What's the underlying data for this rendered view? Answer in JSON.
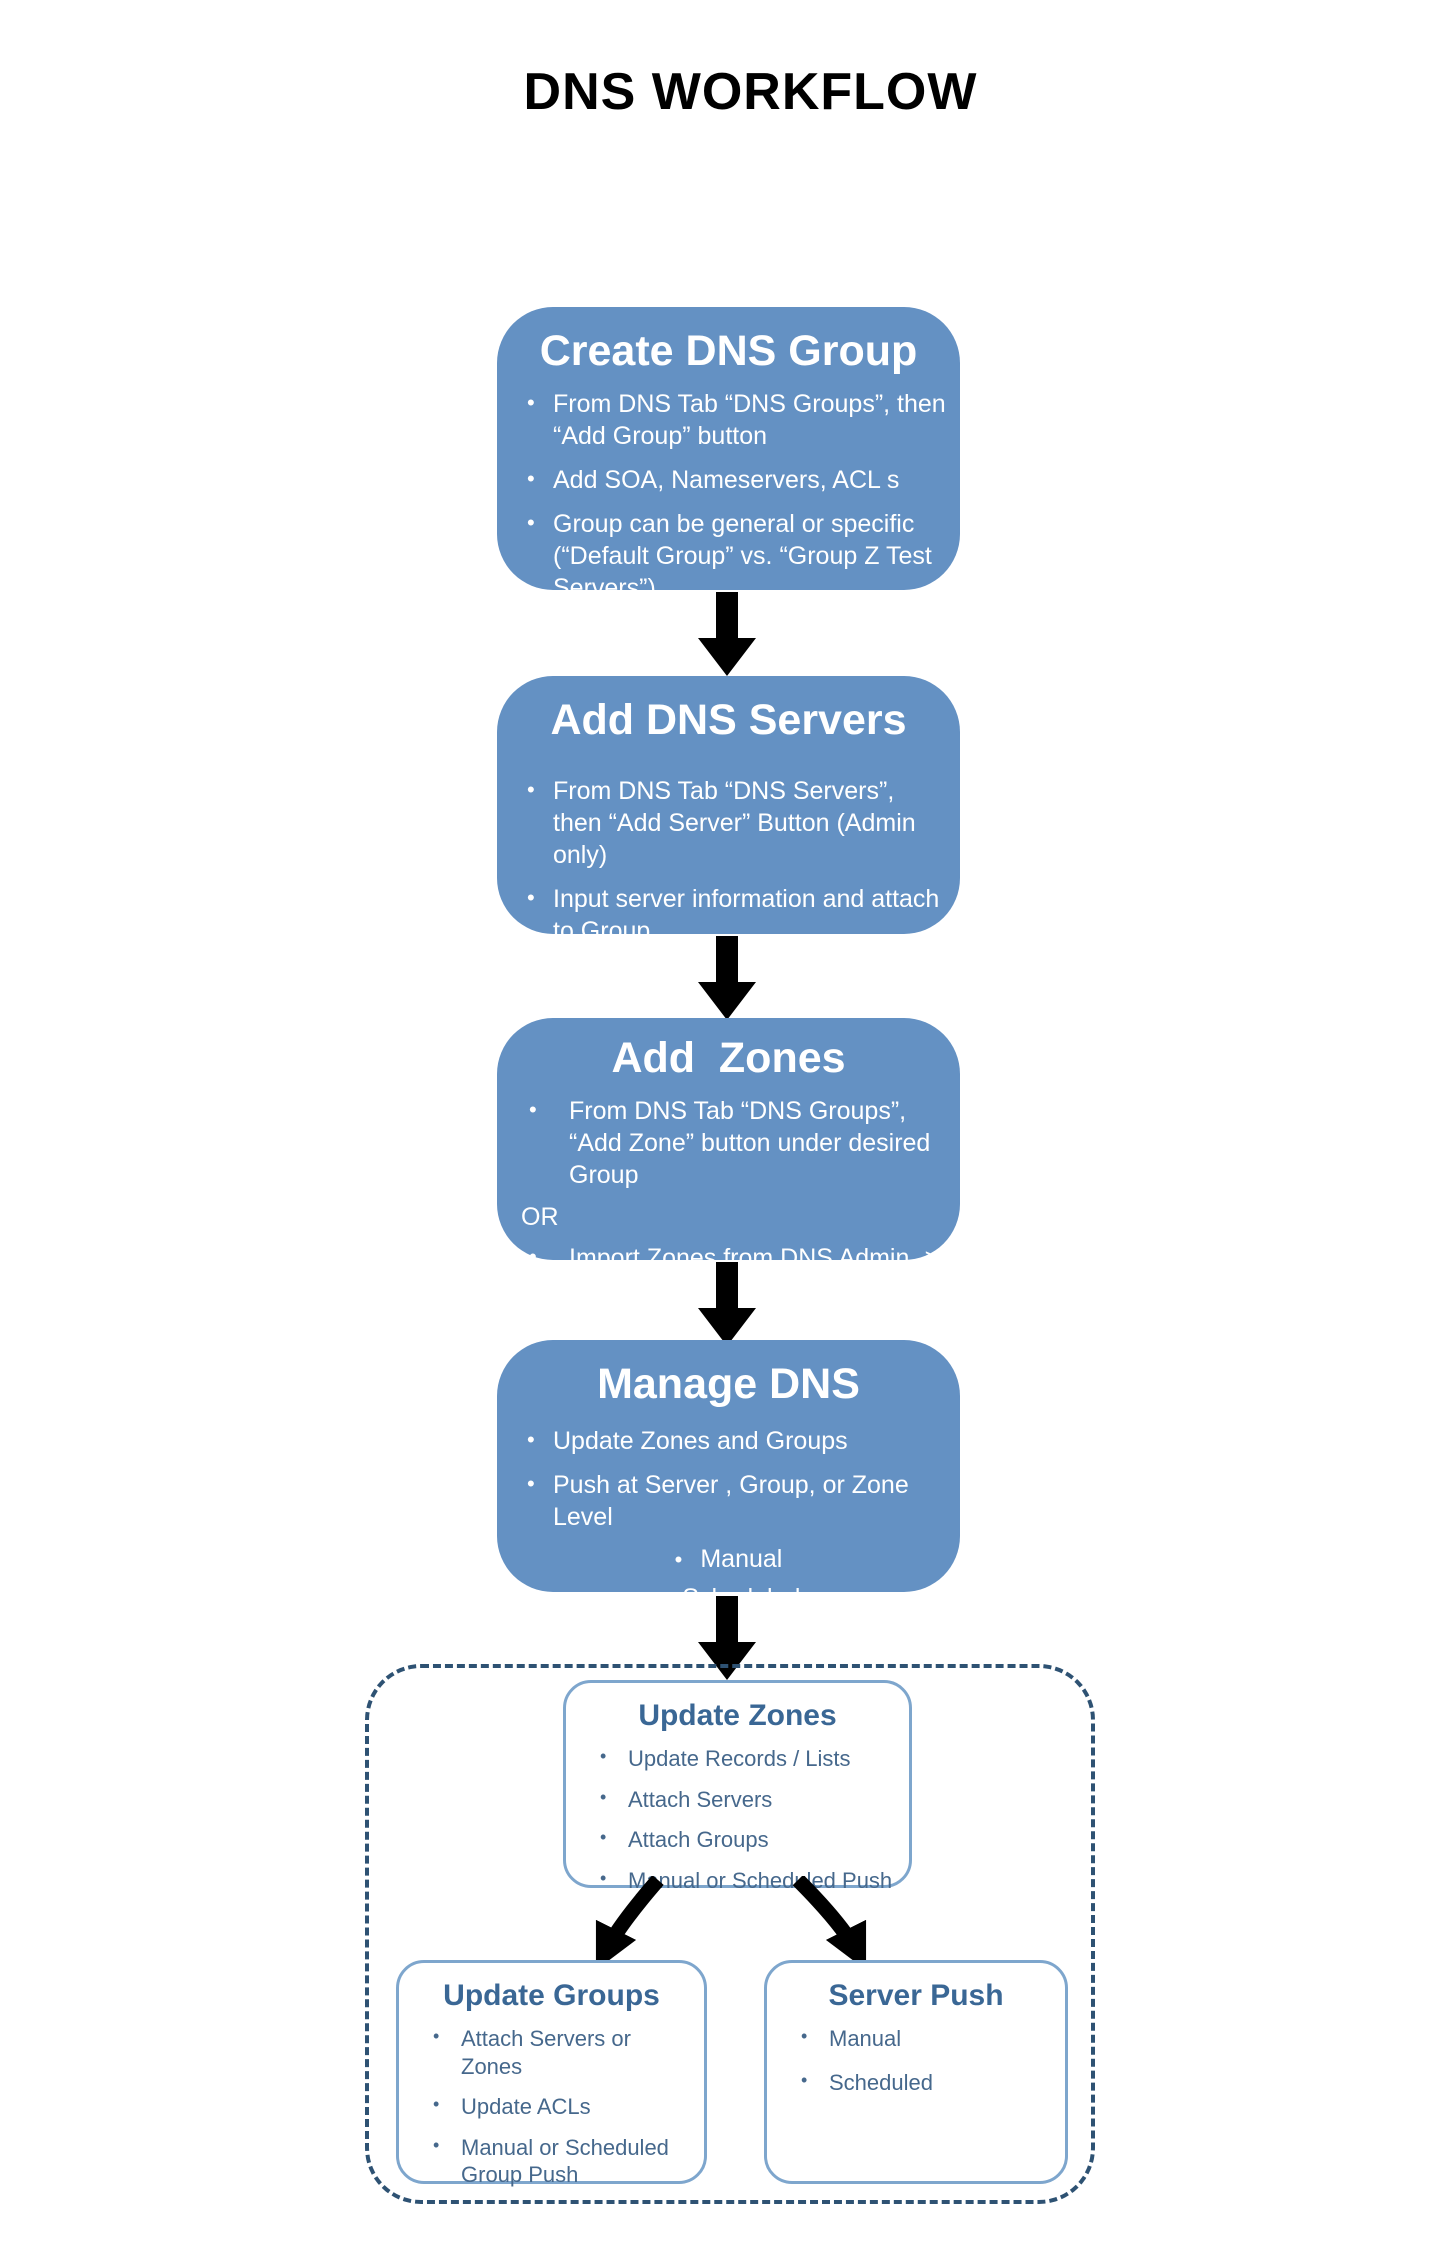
{
  "title": "DNS WORKFLOW",
  "colors": {
    "box_fill": "#6491c3",
    "box_text": "#ffffff",
    "detail_border": "#7ea6cd",
    "detail_heading": "#3a6795",
    "detail_text": "#46688c",
    "dashed_border": "#2e5273",
    "arrow": "#000000",
    "title_text": "#000000"
  },
  "flow": {
    "create_group": {
      "heading": "Create DNS Group",
      "bullets": [
        "From DNS Tab “DNS Groups”, then “Add Group” button",
        "Add SOA, Nameservers, ACL s",
        "Group can be general or specific (“Default Group” vs. “Group Z Test Servers”)"
      ]
    },
    "add_servers": {
      "heading": "Add DNS Servers",
      "bullets": [
        "From DNS Tab “DNS Servers”, then “Add Server” Button (Admin only)",
        "Input server information and attach to Group"
      ]
    },
    "add_zones": {
      "heading": "Add  Zones",
      "bullet_primary": "From DNS Tab “DNS Groups”, “Add Zone” button under desired Group",
      "or_label": "OR",
      "bullet_alternate": "Import Zones from DNS Admin -> Data Import"
    },
    "manage_dns": {
      "heading": "Manage DNS",
      "bullets": [
        "Update Zones and Groups",
        "Push at Server , Group, or Zone Level"
      ],
      "sub_bullets": [
        "Manual",
        "Scheduled"
      ]
    }
  },
  "detail": {
    "update_zones": {
      "heading": "Update Zones",
      "bullets": [
        "Update Records / Lists",
        "Attach Servers",
        "Attach Groups",
        "Manual or Scheduled Push"
      ]
    },
    "update_groups": {
      "heading": "Update Groups",
      "bullets": [
        "Attach Servers or Zones",
        "Update ACLs",
        "Manual or Scheduled Group Push"
      ]
    },
    "server_push": {
      "heading": "Server Push",
      "bullets": [
        "Manual",
        "Scheduled"
      ]
    }
  }
}
